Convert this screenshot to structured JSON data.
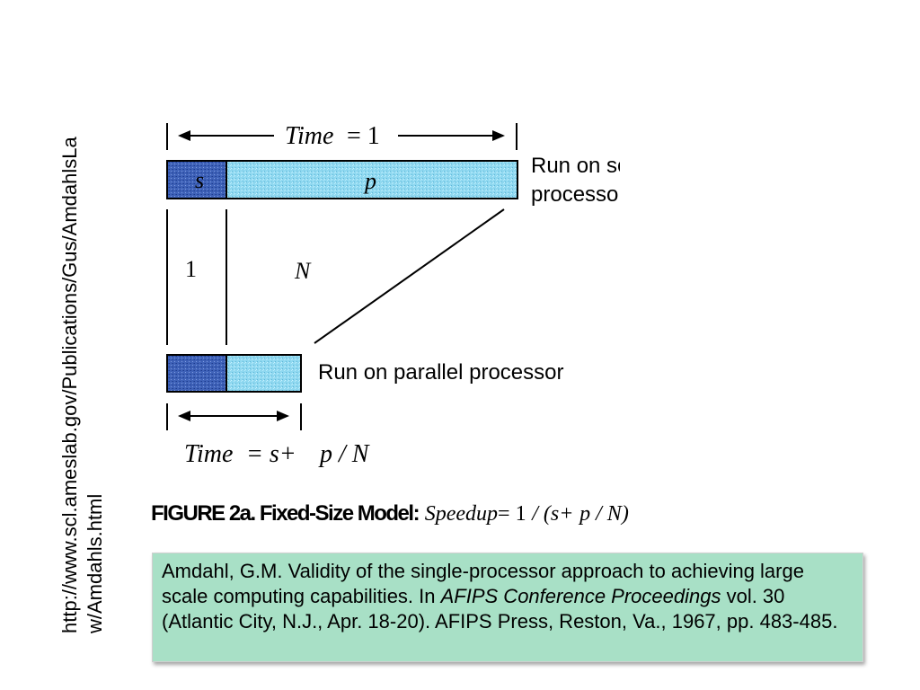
{
  "side_url": {
    "line1": "http://www.scl.ameslab.gov/Publications/Gus/AmdahlsLa",
    "line2": "w/Amdahls.html"
  },
  "figure": {
    "time_top": "Time",
    "time_top_value": "= 1",
    "s_label": "s",
    "p_label": "p",
    "serial_label_line1": "Run on serial",
    "serial_label_line2": "processor",
    "one_label": "1",
    "n_label": "N",
    "parallel_label": "Run on parallel processor",
    "time_bottom": "Time",
    "time_bottom_s": "= s+",
    "time_bottom_pn": "p / N",
    "colors": {
      "s_block": "#3f62b8",
      "p_block": "#8fd8f0",
      "outline": "#000000"
    }
  },
  "caption": {
    "bold": "FIGURE 2a. Fixed-Size Model:",
    "speedup": "Speedup",
    "formula_a": "= 1",
    "formula_b": "/ (s+",
    "formula_c": "p / N)"
  },
  "citation": {
    "part1": "Amdahl, G.M. Validity of the single-processor approach to achieving large scale computing capabilities. In ",
    "italic": "AFIPS Conference Proceedings",
    "part2": " vol. 30 (Atlantic City, N.J., Apr. 18-20). AFIPS Press, Reston, Va., 1967, pp. 483-485."
  }
}
